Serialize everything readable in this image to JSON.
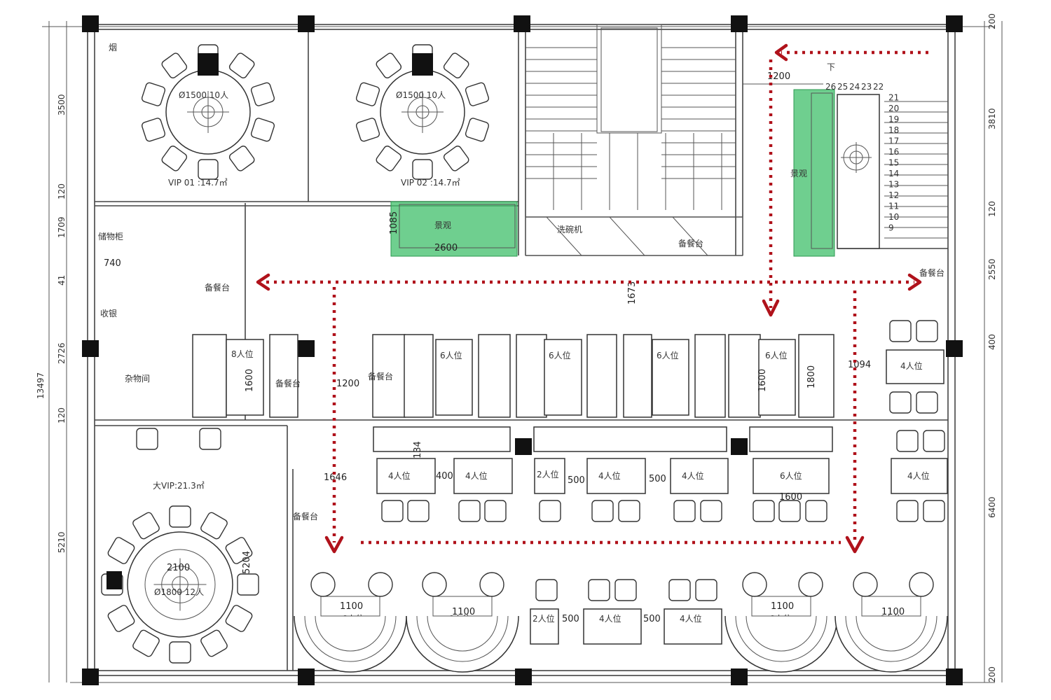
{
  "rooms": {
    "vip01": "VIP 01 :14.7㎡",
    "vip02": "VIP 02 :14.7㎡",
    "big_vip": "大VIP:21.3㎡",
    "sundry": "杂物间"
  },
  "tables": {
    "round10": "Ø1500 10人",
    "round12": "Ø1800 12人",
    "seat8": "8人位",
    "seat6": "6人位",
    "seat4": "4人位",
    "seat2": "2人位"
  },
  "labels": {
    "smoke": "烟",
    "storage": "储物柜",
    "service": "备餐台",
    "landscape": "景观",
    "dishwasher": "洗碗机",
    "cashier": "收银",
    "stairs_down": "下",
    "stair_landscape": "景观"
  },
  "dims": {
    "d740": "740",
    "d1085": "1085",
    "d2600": "2600",
    "d1200": "1200",
    "d1673": "1673",
    "d1600": "1600",
    "d1800": "1800",
    "d1094": "1094",
    "d1646": "1646",
    "d400": "400",
    "d500": "500",
    "d1100": "1100",
    "d2100": "2100",
    "d5204": "5204",
    "d134": "134",
    "d200": "200"
  },
  "left_dims": [
    "3500",
    "120",
    "1709",
    "41",
    "2726",
    "120",
    "5210",
    "13497"
  ],
  "right_dims": [
    "200",
    "3810",
    "120",
    "2550",
    "400",
    "6400",
    "200"
  ],
  "stair_numbers": [
    "26",
    "25",
    "24",
    "23",
    "22",
    "21",
    "20",
    "19",
    "18",
    "17",
    "16",
    "15",
    "14",
    "13",
    "12",
    "11",
    "10",
    "9"
  ]
}
